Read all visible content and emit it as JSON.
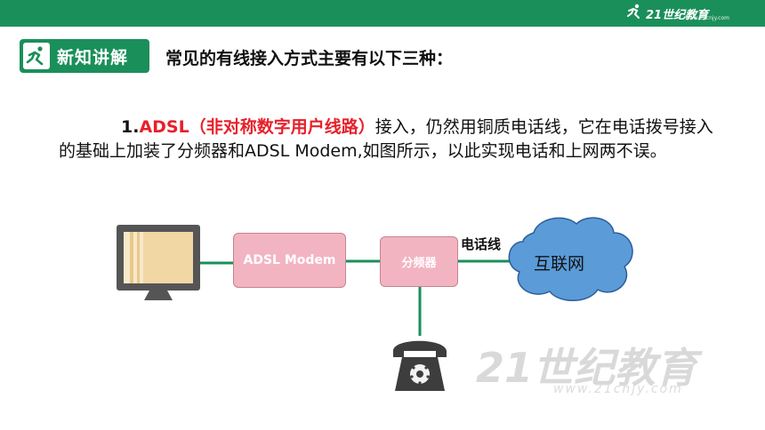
{
  "brand": {
    "logo_text": "21世纪教育",
    "logo_url": "www.21cnjy.com",
    "colors": {
      "primary": "#1a8f5a",
      "accent": "#e8202a",
      "box": "#f3b4c2",
      "cloud": "#5a9bd8"
    }
  },
  "section": {
    "badge_label": "新知讲解",
    "title": "常见的有线接入方式主要有以下三种："
  },
  "paragraph": {
    "number": "1.",
    "term": "ADSL（非对称数字用户线路）",
    "text": "接入，仍然用铜质电话线，它在电话拨号接入的基础上加装了分频器和ADSL Modem,如图所示，以此实现电话和上网两不误。"
  },
  "diagram": {
    "modem_label": "ADSL Modem",
    "splitter_label": "分频器",
    "line_label": "电话线",
    "cloud_label": "互联网",
    "computer_icon": "computer-icon",
    "phone_icon": "telephone-icon"
  },
  "watermark": {
    "text": "21世纪教育",
    "url": "www.21cnjy.com"
  }
}
